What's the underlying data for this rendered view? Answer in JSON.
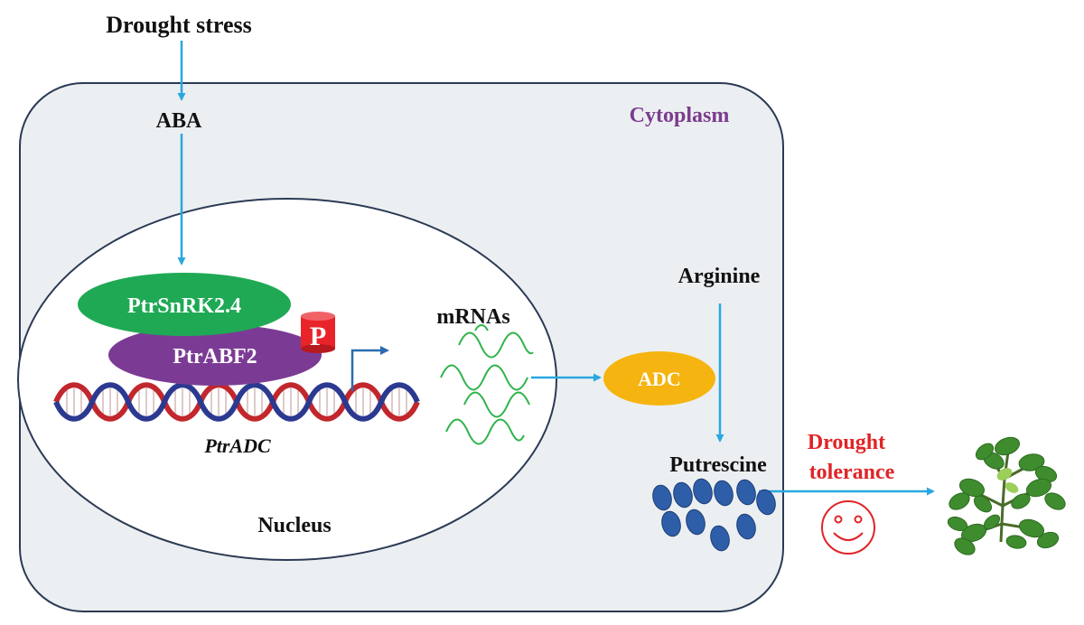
{
  "labels": {
    "drought_stress": "Drought stress",
    "aba": "ABA",
    "cytoplasm": "Cytoplasm",
    "ptrsnrk": "PtrSnRK2.4",
    "ptrabf2": "PtrABF2",
    "phospho": "P",
    "ptradc": "PtrADC",
    "nucleus": "Nucleus",
    "mrnas": "mRNAs",
    "adc": "ADC",
    "arginine": "Arginine",
    "putrescine": "Putrescine",
    "drought_tolerance_line1": "Drought",
    "drought_tolerance_line2": "tolerance"
  },
  "colors": {
    "arrow": "#29a8e0",
    "cell_fill": "#eceff1",
    "cytoplasm_text": "#7b3c8e",
    "snrk_fill": "#1fa955",
    "abf2_fill": "#7b3b95",
    "phospho_fill": "#e8242a",
    "adc_fill": "#f5b40f",
    "mrna_stroke": "#2db34a",
    "dna_red": "#c1272d",
    "dna_blue": "#2b3990",
    "putrescine_fill": "#2e5ea8",
    "tolerance_text": "#e02428"
  },
  "icons": {
    "smiley": "smiley-icon",
    "plant": "plant-icon",
    "transcription_start": "transcription-start-arrow-icon"
  }
}
